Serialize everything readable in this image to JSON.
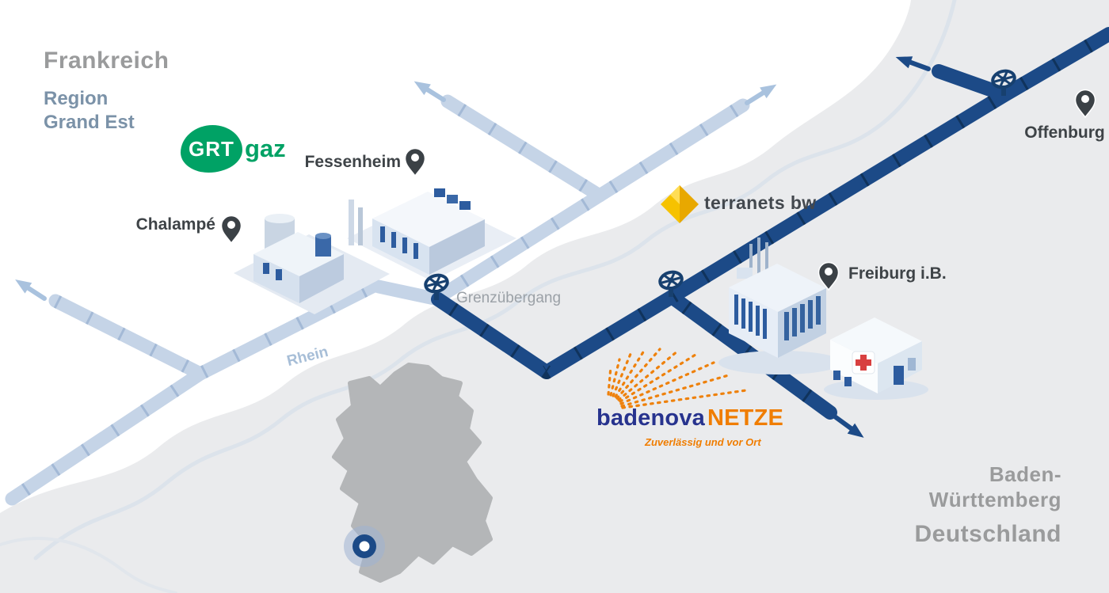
{
  "regions": {
    "france": {
      "country": "Frankreich",
      "region_line1": "Region",
      "region_line2": "Grand Est"
    },
    "germany": {
      "country": "Deutschland",
      "state_line1": "Baden-",
      "state_line2": "Württemberg"
    }
  },
  "labels": {
    "river": "Rhein",
    "border_crossing": "Grenzübergang"
  },
  "places": {
    "fessenheim": "Fessenheim",
    "chalampe": "Chalampé",
    "freiburg": "Freiburg i.B.",
    "offenburg": "Offenburg"
  },
  "logos": {
    "grtgaz": {
      "badge": "GRT",
      "suffix": "gaz",
      "green": "#00a265"
    },
    "terranets": {
      "name": "terranets bw",
      "yellow": "#f6c200"
    },
    "badenova": {
      "name": "badenova",
      "suffix": "NETZE",
      "tagline": "Zuverlässig und vor Ort",
      "blue": "#27338e",
      "orange": "#f07d00"
    }
  },
  "colors": {
    "pipeline_france": "#c5d4e7",
    "pipeline_germany": "#1c4a87",
    "background_france": "#ffffff",
    "background_germany": "#eaebed",
    "river": "#dce3eb",
    "label_gray": "#9a9b9c",
    "label_slate": "#7b92a8",
    "label_dark": "#3e4347",
    "pin": "#3b4146"
  }
}
